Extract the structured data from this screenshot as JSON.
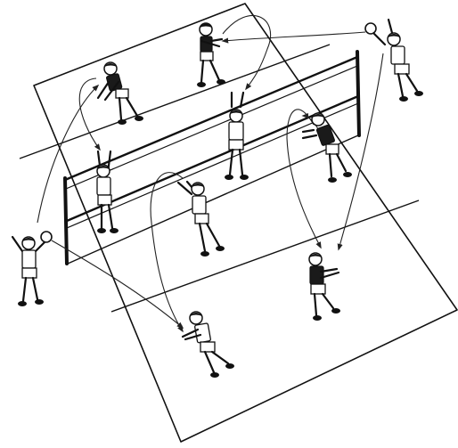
{
  "illustration": {
    "style": "black-and-white line drawing",
    "colors": {
      "ink": "#111111",
      "paper": "#ffffff"
    },
    "scene": {
      "court": "volleyball-court",
      "net": "volleyball-net",
      "players": [
        {
          "id": "player-back-left",
          "role": "receiver",
          "pose": "passing"
        },
        {
          "id": "player-back-center",
          "role": "receiver",
          "pose": "passing"
        },
        {
          "id": "player-net-left",
          "role": "blocker",
          "pose": "arms-raised"
        },
        {
          "id": "player-net-center",
          "role": "blocker",
          "pose": "arms-raised"
        },
        {
          "id": "player-net-right",
          "role": "setter",
          "pose": "setting"
        },
        {
          "id": "player-mid-front",
          "role": "setter",
          "pose": "setting"
        },
        {
          "id": "player-front-right",
          "role": "receiver",
          "pose": "passing"
        },
        {
          "id": "player-front-center",
          "role": "receiver",
          "pose": "passing"
        },
        {
          "id": "coach-left",
          "role": "server",
          "pose": "holding-ball"
        },
        {
          "id": "coach-right",
          "role": "server",
          "pose": "holding-ball"
        }
      ],
      "ball_paths": 9
    }
  }
}
